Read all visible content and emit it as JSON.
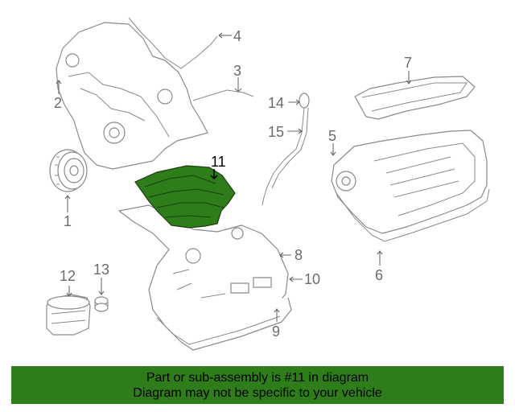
{
  "diagram": {
    "callouts": [
      "1",
      "2",
      "3",
      "4",
      "5",
      "6",
      "7",
      "8",
      "9",
      "10",
      "11",
      "12",
      "13",
      "14",
      "15"
    ],
    "highlighted": "11",
    "highlight_color": "#2e7d1a"
  },
  "banner": {
    "line1": "Part or sub-assembly is #11 in diagram",
    "line2": "Diagram may not be specific to your vehicle",
    "background": "#2e7d1a"
  }
}
